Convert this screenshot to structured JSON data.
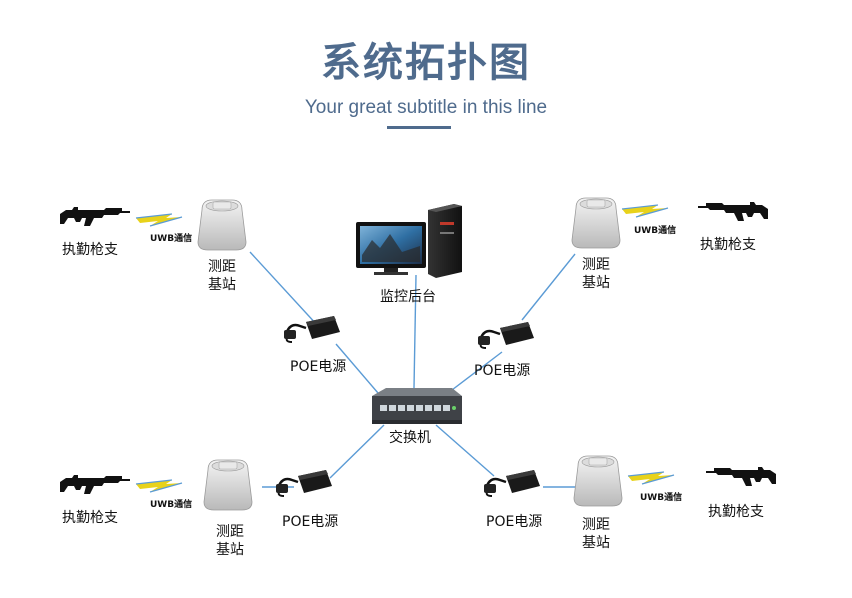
{
  "title": "系统拓扑图",
  "subtitle": "Your great subtitle in this line",
  "labels": {
    "gun": "执勤枪支",
    "uwb": "UWB通信",
    "station_line1": "测距",
    "station_line2": "基站",
    "poe": "POE电源",
    "monitor": "监控后台",
    "switch": "交换机"
  },
  "colors": {
    "title": "#4f6b8d",
    "link_line": "#5b9bd5",
    "wireless_bolt": "#e8d21a"
  }
}
